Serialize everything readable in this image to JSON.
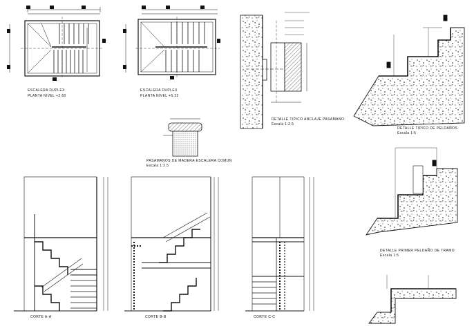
{
  "drawings": {
    "plan1": {
      "title": "ESCALERA DUPLEX",
      "subtitle": "PLANTA NIVEL +2.60"
    },
    "plan2": {
      "title": "ESCALERA DUPLEX",
      "subtitle": "PLANTA NIVEL +5.22"
    },
    "handrail_section": {
      "title": "PASAMANOS DE MADERA ESCALERA COMUN",
      "scale": "Escala 1:2.5"
    },
    "anchor_detail": {
      "title": "DETALLE TIPICO ANCLAJE PASAMANO",
      "scale": "Escala 1:2.5"
    },
    "typical_step": {
      "title": "DETALLE TIPICO DE PELDAÑOS",
      "scale": "Escala 1:5"
    },
    "first_step": {
      "title": "DETALLE PRIMER PELDAÑO DE TRAMO",
      "scale": "Escala 1:5"
    },
    "section_a": {
      "title": "CORTE A-A"
    },
    "section_b": {
      "title": "CORTE B-B"
    },
    "section_c": {
      "title": "CORTE C-C"
    }
  },
  "colors": {
    "line": "#111111",
    "background": "#ffffff"
  }
}
